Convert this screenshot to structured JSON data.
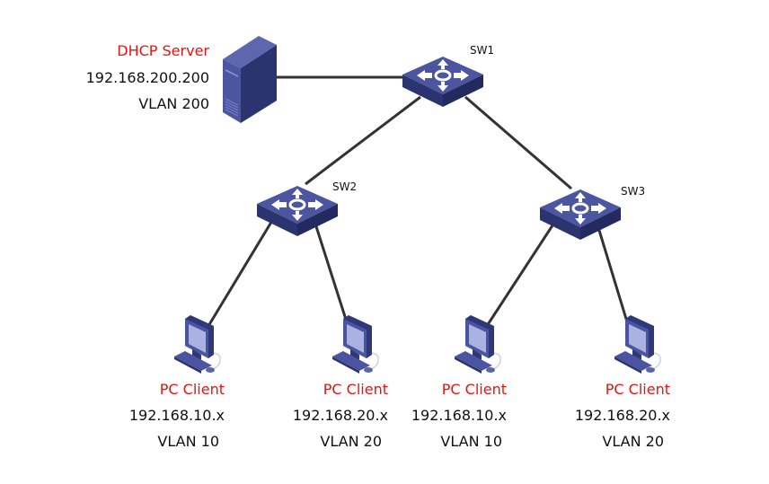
{
  "diagram": {
    "server": {
      "role": "DHCP Server",
      "ip": "192.168.200.200",
      "vlan": "VLAN 200",
      "icon": "server-tower-icon"
    },
    "switches": [
      {
        "id": "sw1",
        "label": "SW1",
        "icon": "l3-switch-icon"
      },
      {
        "id": "sw2",
        "label": "SW2",
        "icon": "l3-switch-icon"
      },
      {
        "id": "sw3",
        "label": "SW3",
        "icon": "l3-switch-icon"
      }
    ],
    "clients": [
      {
        "role": "PC Client",
        "ip": "192.168.10.x",
        "vlan": "VLAN 10",
        "uplink": "SW2",
        "icon": "pc-icon"
      },
      {
        "role": "PC Client",
        "ip": "192.168.20.x",
        "vlan": "VLAN 20",
        "uplink": "SW2",
        "icon": "pc-icon"
      },
      {
        "role": "PC Client",
        "ip": "192.168.10.x",
        "vlan": "VLAN 10",
        "uplink": "SW3",
        "icon": "pc-icon"
      },
      {
        "role": "PC Client",
        "ip": "192.168.20.x",
        "vlan": "VLAN 20",
        "uplink": "SW3",
        "icon": "pc-icon"
      }
    ],
    "links": [
      [
        "DHCP Server",
        "SW1"
      ],
      [
        "SW1",
        "SW2"
      ],
      [
        "SW1",
        "SW3"
      ],
      [
        "SW2",
        "PC Client 1"
      ],
      [
        "SW2",
        "PC Client 2"
      ],
      [
        "SW3",
        "PC Client 3"
      ],
      [
        "SW3",
        "PC Client 4"
      ]
    ],
    "colors": {
      "device": "#3b4585",
      "device_light": "#5a64a8",
      "screen": "#a9b2e0",
      "link": "#333333",
      "role_text": "#ee1111"
    }
  }
}
